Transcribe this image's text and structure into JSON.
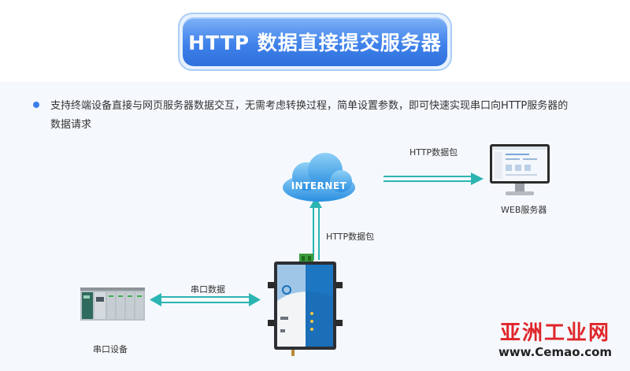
{
  "header": {
    "title": "HTTP 数据直接提交服务器"
  },
  "description": "支持终端设备直接与网页服务器数据交互，无需考虑转换过程，简单设置参数，即可快速实现串口向HTTP服务器的数据请求",
  "diagram": {
    "cloud_label": "INTERNET",
    "http_packet_top": "HTTP数据包",
    "http_packet_side": "HTTP数据包",
    "serial_data": "串口数据",
    "web_server": "WEB服务器",
    "serial_device": "串口设备"
  },
  "watermark": {
    "main": "亚洲工业网",
    "sub": "www.Cemao.com"
  },
  "colors": {
    "accent": "#3c7ee8",
    "arrow": "#2bb5b2",
    "watermark": "#e0262a"
  }
}
